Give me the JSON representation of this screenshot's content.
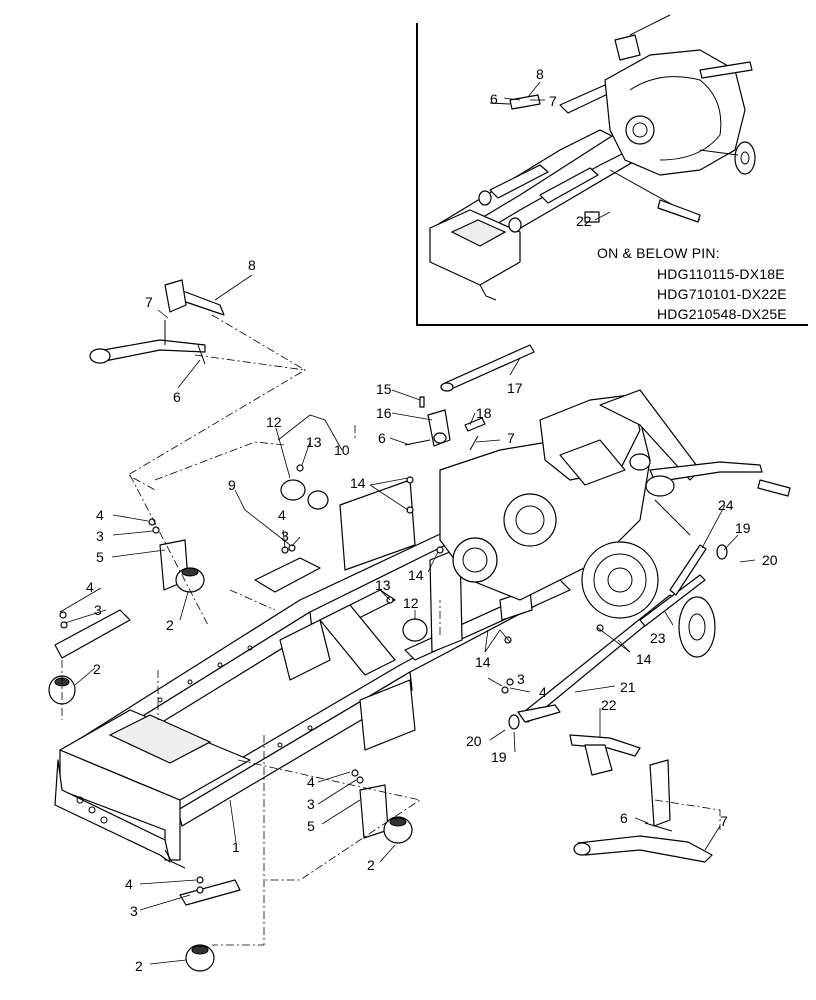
{
  "inset": {
    "note_line1": "ON & BELOW PIN:",
    "pins": [
      "HDG110115-DX18E",
      "HDG710101-DX22E",
      "HDG210548-DX25E"
    ]
  },
  "callouts": [
    {
      "id": "c8a",
      "label": "8"
    },
    {
      "id": "c7a",
      "label": "7"
    },
    {
      "id": "c6a",
      "label": "6"
    },
    {
      "id": "c22a",
      "label": "22"
    },
    {
      "id": "c8b",
      "label": "8"
    },
    {
      "id": "c7b",
      "label": "7"
    },
    {
      "id": "c6b",
      "label": "6"
    },
    {
      "id": "c17",
      "label": "17"
    },
    {
      "id": "c15",
      "label": "15"
    },
    {
      "id": "c16",
      "label": "16"
    },
    {
      "id": "c18",
      "label": "18"
    },
    {
      "id": "c6c",
      "label": "6"
    },
    {
      "id": "c7c",
      "label": "7"
    },
    {
      "id": "c12a",
      "label": "12"
    },
    {
      "id": "c13a",
      "label": "13"
    },
    {
      "id": "c10",
      "label": "10"
    },
    {
      "id": "c9",
      "label": "9"
    },
    {
      "id": "c14a",
      "label": "14"
    },
    {
      "id": "c4a",
      "label": "4"
    },
    {
      "id": "c3a",
      "label": "3"
    },
    {
      "id": "c5a",
      "label": "5"
    },
    {
      "id": "c4b",
      "label": "4"
    },
    {
      "id": "c3b",
      "label": "3"
    },
    {
      "id": "c2a",
      "label": "2"
    },
    {
      "id": "c4c",
      "label": "4"
    },
    {
      "id": "c3c",
      "label": "3"
    },
    {
      "id": "c2b",
      "label": "2"
    },
    {
      "id": "c14b",
      "label": "14"
    },
    {
      "id": "c13b",
      "label": "13"
    },
    {
      "id": "c12b",
      "label": "12"
    },
    {
      "id": "c14c",
      "label": "14"
    },
    {
      "id": "c14d",
      "label": "14"
    },
    {
      "id": "c3d",
      "label": "3"
    },
    {
      "id": "c4d",
      "label": "4"
    },
    {
      "id": "c24",
      "label": "24"
    },
    {
      "id": "c19a",
      "label": "19"
    },
    {
      "id": "c20a",
      "label": "20"
    },
    {
      "id": "c23",
      "label": "23"
    },
    {
      "id": "c21",
      "label": "21"
    },
    {
      "id": "c22b",
      "label": "22"
    },
    {
      "id": "c20b",
      "label": "20"
    },
    {
      "id": "c19b",
      "label": "19"
    },
    {
      "id": "c4e",
      "label": "4"
    },
    {
      "id": "c3e",
      "label": "3"
    },
    {
      "id": "c5b",
      "label": "5"
    },
    {
      "id": "c1",
      "label": "1"
    },
    {
      "id": "c2c",
      "label": "2"
    },
    {
      "id": "c4f",
      "label": "4"
    },
    {
      "id": "c3f",
      "label": "3"
    },
    {
      "id": "c2d",
      "label": "2"
    },
    {
      "id": "c6d",
      "label": "6"
    },
    {
      "id": "c7d",
      "label": "7"
    }
  ]
}
